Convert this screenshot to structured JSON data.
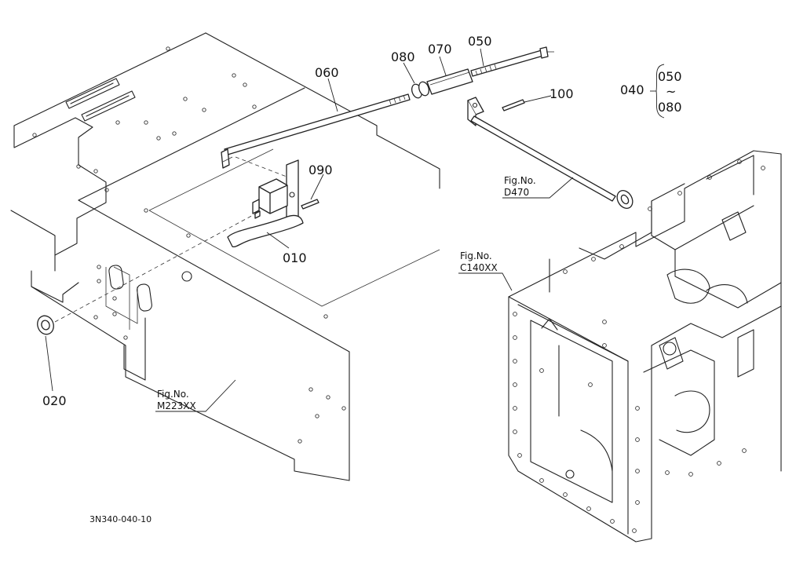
{
  "parts": [
    {
      "id": "p010",
      "label": "010"
    },
    {
      "id": "p020",
      "label": "020"
    },
    {
      "id": "p040",
      "label": "040"
    },
    {
      "id": "p050",
      "label": "050"
    },
    {
      "id": "p060",
      "label": "060"
    },
    {
      "id": "p070",
      "label": "070"
    },
    {
      "id": "p080",
      "label": "080"
    },
    {
      "id": "p090",
      "label": "090"
    },
    {
      "id": "p100",
      "label": "100"
    }
  ],
  "group_bracket": {
    "label": "040",
    "from": "050",
    "tilde": "~",
    "to": "080"
  },
  "fig_refs": [
    {
      "id": "d470",
      "title": "Fig.No.",
      "number": "D470"
    },
    {
      "id": "c140",
      "title": "Fig.No.",
      "number": "C140XX"
    },
    {
      "id": "m223",
      "title": "Fig.No.",
      "number": "M223XX"
    }
  ],
  "diagram_code": "3N340-040-10"
}
